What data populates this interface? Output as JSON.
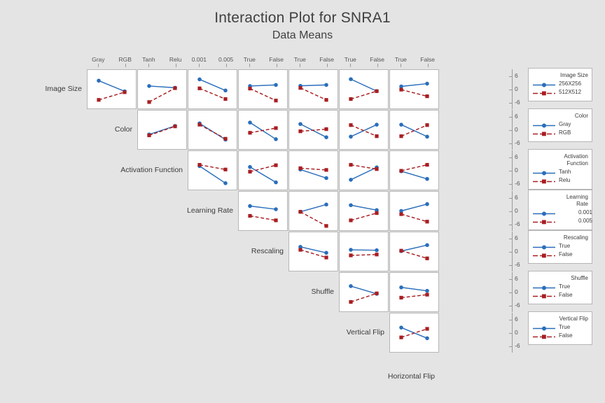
{
  "chart_data": {
    "type": "line",
    "chart_kind": "interaction-plot-matrix",
    "title": "Interaction Plot for SNRA1",
    "subtitle": "Data Means",
    "ylim": [
      -9,
      9
    ],
    "yticks": [
      6,
      0,
      -6
    ],
    "grid": false,
    "legend_position": "right",
    "series_colors": {
      "series1": "#2a6ebb",
      "series2": "#a81e22"
    },
    "factors": [
      {
        "name": "Image Size",
        "levels": [
          "256X256",
          "512X512"
        ]
      },
      {
        "name": "Color",
        "levels": [
          "Gray",
          "RGB"
        ]
      },
      {
        "name": "Activation Function",
        "levels": [
          "Tanh",
          "Relu"
        ]
      },
      {
        "name": "Learning Rate",
        "levels": [
          "0.001",
          "0.005"
        ]
      },
      {
        "name": "Rescaling",
        "levels": [
          "True",
          "False"
        ]
      },
      {
        "name": "Shuffle",
        "levels": [
          "True",
          "False"
        ]
      },
      {
        "name": "Vertical Flip",
        "levels": [
          "True",
          "False"
        ]
      },
      {
        "name": "Horizontal Flip",
        "levels": [
          "True",
          "False"
        ]
      }
    ],
    "column_headers": [
      [
        "Gray",
        "RGB"
      ],
      [
        "Tanh",
        "Relu"
      ],
      [
        "0.001",
        "0.005"
      ],
      [
        "True",
        "False"
      ],
      [
        "True",
        "False"
      ],
      [
        "True",
        "False"
      ],
      [
        "True",
        "False"
      ]
    ],
    "row_labels": [
      "Image Size",
      "Color",
      "Activation Function",
      "Learning Rate",
      "Rescaling",
      "Shuffle",
      "Vertical Flip",
      "Horizontal Flip"
    ],
    "panels": [
      {
        "row": 0,
        "col": 0,
        "x_factor": "Color",
        "trace_factor": "Image Size",
        "series": [
          {
            "name": "256X256",
            "values": [
              4.0,
              -1.0
            ]
          },
          {
            "name": "512X512",
            "values": [
              -5.0,
              -1.4
            ]
          }
        ]
      },
      {
        "row": 0,
        "col": 1,
        "x_factor": "Activation Function",
        "trace_factor": "Image Size",
        "series": [
          {
            "name": "256X256",
            "values": [
              1.5,
              0.7
            ]
          },
          {
            "name": "512X512",
            "values": [
              -6.0,
              0.5
            ]
          }
        ]
      },
      {
        "row": 0,
        "col": 2,
        "x_factor": "Learning Rate",
        "trace_factor": "Image Size",
        "series": [
          {
            "name": "256X256",
            "values": [
              4.6,
              -0.6
            ]
          },
          {
            "name": "512X512",
            "values": [
              0.4,
              -4.6
            ]
          }
        ]
      },
      {
        "row": 0,
        "col": 3,
        "x_factor": "Rescaling",
        "trace_factor": "Image Size",
        "series": [
          {
            "name": "256X256",
            "values": [
              1.5,
              2.0
            ]
          },
          {
            "name": "512X512",
            "values": [
              0.3,
              -5.3
            ]
          }
        ]
      },
      {
        "row": 0,
        "col": 4,
        "x_factor": "Shuffle",
        "trace_factor": "Image Size",
        "series": [
          {
            "name": "256X256",
            "values": [
              1.6,
              2.0
            ]
          },
          {
            "name": "512X512",
            "values": [
              0.6,
              -5.0
            ]
          }
        ]
      },
      {
        "row": 0,
        "col": 5,
        "x_factor": "Vertical Flip",
        "trace_factor": "Image Size",
        "series": [
          {
            "name": "256X256",
            "values": [
              4.7,
              -0.9
            ]
          },
          {
            "name": "512X512",
            "values": [
              -4.6,
              -0.9
            ]
          }
        ]
      },
      {
        "row": 0,
        "col": 6,
        "x_factor": "Horizontal Flip",
        "trace_factor": "Image Size",
        "series": [
          {
            "name": "256X256",
            "values": [
              1.3,
              2.6
            ]
          },
          {
            "name": "512X512",
            "values": [
              -0.2,
              -3.3
            ]
          }
        ]
      },
      {
        "row": 1,
        "col": 1,
        "x_factor": "Activation Function",
        "trace_factor": "Color",
        "series": [
          {
            "name": "Gray",
            "values": [
              -2.2,
              1.8
            ]
          },
          {
            "name": "RGB",
            "values": [
              -2.6,
              1.6
            ]
          }
        ]
      },
      {
        "row": 1,
        "col": 2,
        "x_factor": "Learning Rate",
        "trace_factor": "Color",
        "series": [
          {
            "name": "Gray",
            "values": [
              3.0,
              -4.6
            ]
          },
          {
            "name": "RGB",
            "values": [
              2.4,
              -4.2
            ]
          }
        ]
      },
      {
        "row": 1,
        "col": 3,
        "x_factor": "Rescaling",
        "trace_factor": "Color",
        "series": [
          {
            "name": "Gray",
            "values": [
              3.4,
              -4.4
            ]
          },
          {
            "name": "RGB",
            "values": [
              -1.4,
              0.8
            ]
          }
        ]
      },
      {
        "row": 1,
        "col": 4,
        "x_factor": "Shuffle",
        "trace_factor": "Color",
        "series": [
          {
            "name": "Gray",
            "values": [
              2.7,
              -3.5
            ]
          },
          {
            "name": "RGB",
            "values": [
              -0.7,
              0.3
            ]
          }
        ]
      },
      {
        "row": 1,
        "col": 5,
        "x_factor": "Vertical Flip",
        "trace_factor": "Color",
        "series": [
          {
            "name": "Gray",
            "values": [
              -3.2,
              2.4
            ]
          },
          {
            "name": "RGB",
            "values": [
              2.2,
              -3.0
            ]
          }
        ]
      },
      {
        "row": 1,
        "col": 6,
        "x_factor": "Horizontal Flip",
        "trace_factor": "Color",
        "series": [
          {
            "name": "Gray",
            "values": [
              2.4,
              -3.2
            ]
          },
          {
            "name": "RGB",
            "values": [
              -3.0,
              2.2
            ]
          }
        ]
      },
      {
        "row": 2,
        "col": 2,
        "x_factor": "Learning Rate",
        "trace_factor": "Activation Function",
        "series": [
          {
            "name": "Tanh",
            "values": [
              2.0,
              -6.0
            ]
          },
          {
            "name": "Relu",
            "values": [
              2.6,
              0.4
            ]
          }
        ]
      },
      {
        "row": 2,
        "col": 3,
        "x_factor": "Rescaling",
        "trace_factor": "Activation Function",
        "series": [
          {
            "name": "Tanh",
            "values": [
              1.6,
              -5.6
            ]
          },
          {
            "name": "Relu",
            "values": [
              -0.6,
              2.4
            ]
          }
        ]
      },
      {
        "row": 2,
        "col": 4,
        "x_factor": "Shuffle",
        "trace_factor": "Activation Function",
        "series": [
          {
            "name": "Tanh",
            "values": [
              0.4,
              -3.6
            ]
          },
          {
            "name": "Relu",
            "values": [
              1.0,
              0.2
            ]
          }
        ]
      },
      {
        "row": 2,
        "col": 5,
        "x_factor": "Vertical Flip",
        "trace_factor": "Activation Function",
        "series": [
          {
            "name": "Tanh",
            "values": [
              -4.4,
              1.4
            ]
          },
          {
            "name": "Relu",
            "values": [
              2.6,
              0.6
            ]
          }
        ]
      },
      {
        "row": 2,
        "col": 6,
        "x_factor": "Horizontal Flip",
        "trace_factor": "Activation Function",
        "series": [
          {
            "name": "Tanh",
            "values": [
              -0.4,
              -4.0
            ]
          },
          {
            "name": "Relu",
            "values": [
              -0.2,
              2.6
            ]
          }
        ]
      },
      {
        "row": 3,
        "col": 3,
        "x_factor": "Rescaling",
        "trace_factor": "Learning Rate",
        "series": [
          {
            "name": "0.001",
            "values": [
              2.3,
              0.8
            ]
          },
          {
            "name": "0.005",
            "values": [
              -2.3,
              -4.4
            ]
          }
        ]
      },
      {
        "row": 3,
        "col": 4,
        "x_factor": "Shuffle",
        "trace_factor": "Learning Rate",
        "series": [
          {
            "name": "0.001",
            "values": [
              -0.4,
              3.0
            ]
          },
          {
            "name": "0.005",
            "values": [
              -0.4,
              -7.0
            ]
          }
        ]
      },
      {
        "row": 3,
        "col": 5,
        "x_factor": "Vertical Flip",
        "trace_factor": "Learning Rate",
        "series": [
          {
            "name": "0.001",
            "values": [
              2.7,
              0.4
            ]
          },
          {
            "name": "0.005",
            "values": [
              -4.4,
              -1.0
            ]
          }
        ]
      },
      {
        "row": 3,
        "col": 6,
        "x_factor": "Horizontal Flip",
        "trace_factor": "Learning Rate",
        "series": [
          {
            "name": "0.001",
            "values": [
              0.0,
              3.2
            ]
          },
          {
            "name": "0.005",
            "values": [
              -1.5,
              -5.0
            ]
          }
        ]
      },
      {
        "row": 4,
        "col": 4,
        "x_factor": "Shuffle",
        "trace_factor": "Rescaling",
        "series": [
          {
            "name": "True",
            "values": [
              2.2,
              -0.6
            ]
          },
          {
            "name": "False",
            "values": [
              0.8,
              -2.8
            ]
          }
        ]
      },
      {
        "row": 4,
        "col": 5,
        "x_factor": "Vertical Flip",
        "trace_factor": "Rescaling",
        "series": [
          {
            "name": "True",
            "values": [
              0.8,
              0.6
            ]
          },
          {
            "name": "False",
            "values": [
              -1.8,
              -1.4
            ]
          }
        ]
      },
      {
        "row": 4,
        "col": 6,
        "x_factor": "Horizontal Flip",
        "trace_factor": "Rescaling",
        "series": [
          {
            "name": "True",
            "values": [
              0.2,
              3.0
            ]
          },
          {
            "name": "False",
            "values": [
              0.4,
              -3.2
            ]
          }
        ]
      },
      {
        "row": 5,
        "col": 5,
        "x_factor": "Vertical Flip",
        "trace_factor": "Shuffle",
        "series": [
          {
            "name": "True",
            "values": [
              2.8,
              -0.8
            ]
          },
          {
            "name": "False",
            "values": [
              -4.6,
              -0.6
            ]
          }
        ]
      },
      {
        "row": 5,
        "col": 6,
        "x_factor": "Horizontal Flip",
        "trace_factor": "Shuffle",
        "series": [
          {
            "name": "True",
            "values": [
              2.2,
              0.6
            ]
          },
          {
            "name": "False",
            "values": [
              -2.6,
              -1.2
            ]
          }
        ]
      },
      {
        "row": 6,
        "col": 6,
        "x_factor": "Horizontal Flip",
        "trace_factor": "Vertical Flip",
        "series": [
          {
            "name": "True",
            "values": [
              2.4,
              -2.6
            ]
          },
          {
            "name": "False",
            "values": [
              -2.2,
              1.8
            ]
          }
        ]
      }
    ],
    "legends": [
      {
        "title": "Image Size",
        "items": [
          "256X256",
          "512X512"
        ],
        "numeric": false
      },
      {
        "title": "Color",
        "items": [
          "Gray",
          "RGB"
        ],
        "numeric": false
      },
      {
        "title": "Activation\nFunction",
        "title_lines": [
          "Activation",
          "Function"
        ],
        "items": [
          "Tanh",
          "Relu"
        ],
        "numeric": false
      },
      {
        "title": "Learning\nRate",
        "title_lines": [
          "Learning",
          "Rate"
        ],
        "items": [
          "0.001",
          "0.005"
        ],
        "numeric": true
      },
      {
        "title": "Rescaling",
        "items": [
          "True",
          "False"
        ],
        "numeric": false
      },
      {
        "title": "Shuffle",
        "items": [
          "True",
          "False"
        ],
        "numeric": false
      },
      {
        "title": "Vertical Flip",
        "items": [
          "True",
          "False"
        ],
        "numeric": false
      }
    ]
  }
}
